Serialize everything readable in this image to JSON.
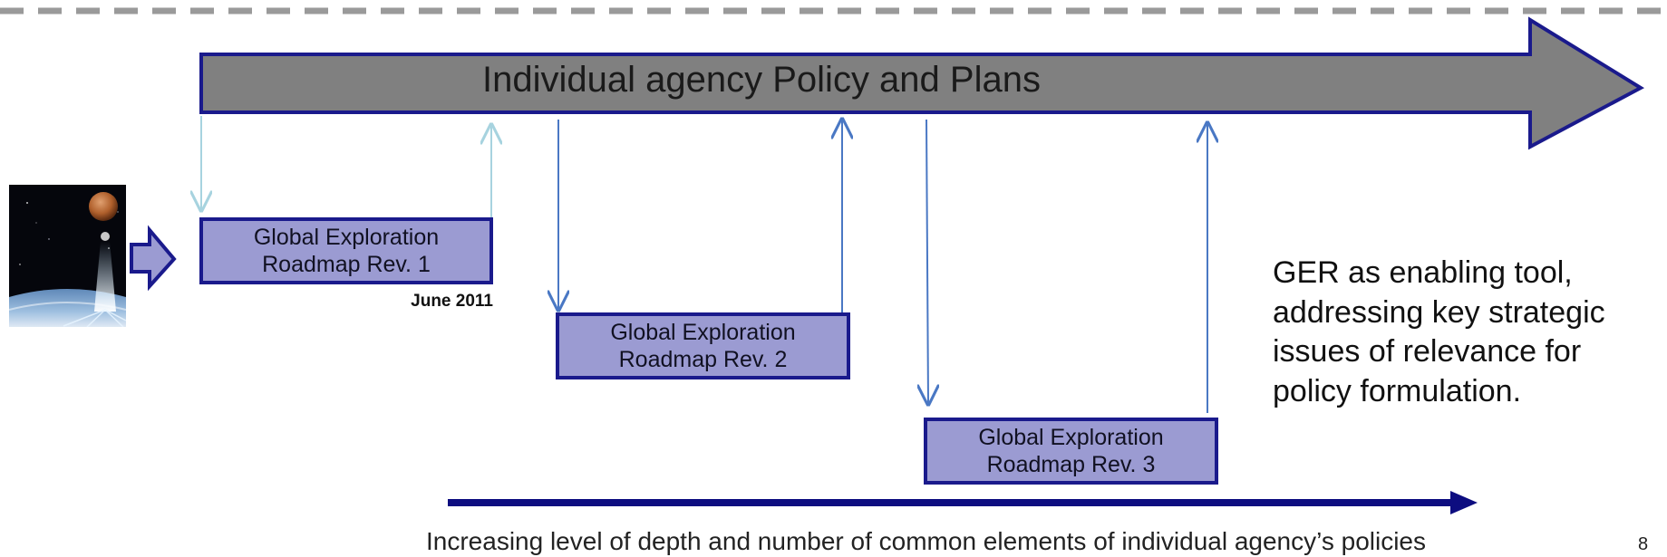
{
  "banner": {
    "title": "Individual agency Policy and Plans"
  },
  "roadmaps": [
    {
      "line1": "Global Exploration",
      "line2": "Roadmap Rev. 1"
    },
    {
      "line1": "Global Exploration",
      "line2": "Roadmap Rev. 2"
    },
    {
      "line1": "Global Exploration",
      "line2": "Roadmap Rev. 3"
    }
  ],
  "date_label": "June 2011",
  "side_text": "GER as enabling tool, addressing key strategic issues of relevance for policy formulation.",
  "footer": "Increasing level of depth and number of common elements of individual agency’s policies",
  "page_number": "8",
  "colors": {
    "banner_fill": "#808080",
    "border_navy": "#1a1a8c",
    "box_fill": "#9b9bd2",
    "dash_gray": "#9a9a9a",
    "light_arrow": "#a7d3df",
    "mid_arrow": "#4a78c4"
  }
}
